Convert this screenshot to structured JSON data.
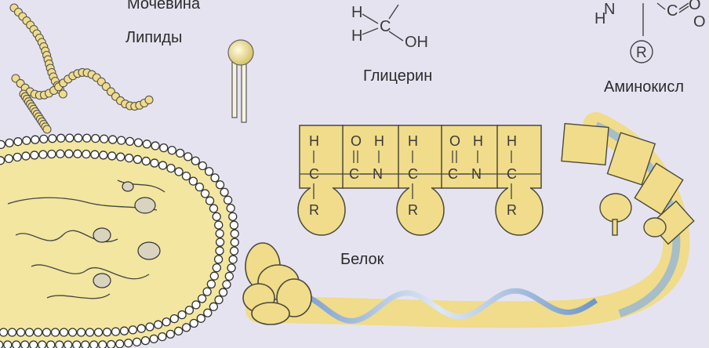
{
  "labels": {
    "urea": "Мочевина",
    "lipids": "Липиды",
    "glycerin": "Глицерин",
    "amino_acid": "Аминокисл",
    "protein": "Белок"
  },
  "glycerin_formula": {
    "h_top": "H",
    "h_bottom": "H",
    "carbon": "C",
    "hydroxyl": "OH"
  },
  "amino_formula": {
    "h_top": "H",
    "nitrogen": "N",
    "carbon": "C",
    "oxygen_top": "O",
    "oxygen_right": "O",
    "radical": "R"
  },
  "peptide_units": [
    {
      "type": "alpha",
      "top": "H",
      "middle": "C",
      "bottom": "R"
    },
    {
      "type": "peptide",
      "o": "O",
      "h": "H",
      "c": "C",
      "n": "N"
    },
    {
      "type": "alpha",
      "top": "H",
      "middle": "C",
      "bottom": "R"
    },
    {
      "type": "peptide",
      "o": "O",
      "h": "H",
      "c": "C",
      "n": "N"
    },
    {
      "type": "alpha",
      "top": "H",
      "middle": "C",
      "bottom": "R"
    }
  ],
  "colors": {
    "background": "#e6e3f1",
    "protein_fill": "#f0dc8a",
    "protein_stroke": "#4a4a3a",
    "cell_fill": "#f2e6a0",
    "membrane_bead": "#ffffff",
    "helix_blue": "#8fb3dc"
  }
}
